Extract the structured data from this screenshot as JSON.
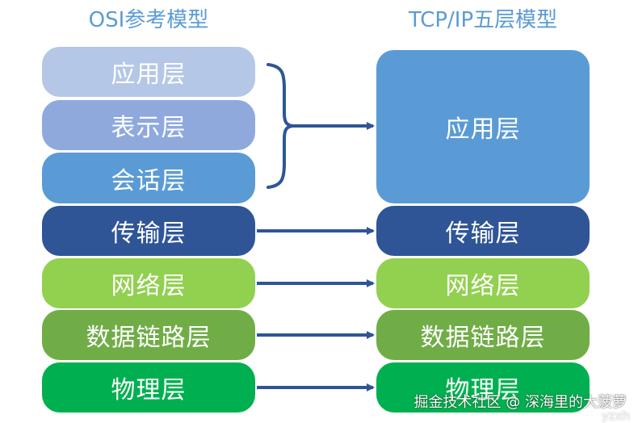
{
  "osi": {
    "title": "OSI参考模型",
    "layers": [
      "应用层",
      "表示层",
      "会话层",
      "传输层",
      "网络层",
      "数据链路层",
      "物理层"
    ]
  },
  "tcpip": {
    "title": "TCP/IP五层模型",
    "layers": [
      "应用层",
      "传输层",
      "网络层",
      "数据链路层",
      "物理层"
    ]
  },
  "colors": {
    "title": "#5b9bd5",
    "osi_application": "#b4c7e7",
    "osi_presentation": "#8fa9dc",
    "osi_session": "#5b9bd5",
    "tcp_application": "#5b9bd5",
    "transport": "#2f5597",
    "network": "#92d050",
    "data_link": "#70ad47",
    "physical": "#00b050",
    "arrow": "#2f5597"
  },
  "watermark": {
    "text": "掘金技术社区 @ 深海里的大菠萝",
    "faint_text": "yzxh"
  }
}
